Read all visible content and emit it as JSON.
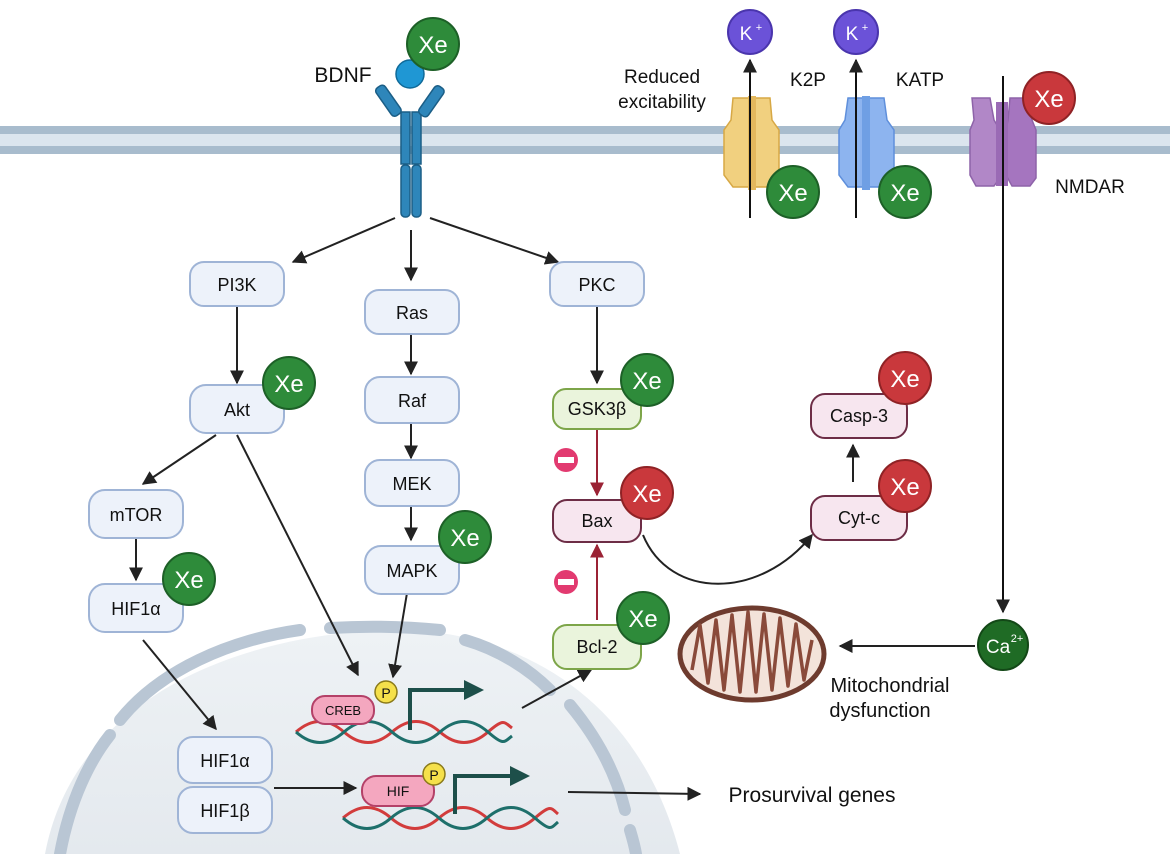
{
  "receptor": {
    "label": "BDNF"
  },
  "xenon": {
    "label": "Xe",
    "green": "#2e8b3a",
    "red": "#c9383c"
  },
  "membrane": {
    "reduced_label_1": "Reduced",
    "reduced_label_2": "excitability",
    "k2p": "K2P",
    "katp": "KATP",
    "nmdar": "NMDAR",
    "k_ion": "K",
    "k_charge": "+"
  },
  "pathway_left": {
    "pi3k": "PI3K",
    "akt": "Akt",
    "mtor": "mTOR",
    "hif1a": "HIF1α"
  },
  "pathway_middle": {
    "ras": "Ras",
    "raf": "Raf",
    "mek": "MEK",
    "mapk": "MAPK"
  },
  "pathway_right": {
    "pkc": "PKC",
    "gsk3b": "GSK3β",
    "bax": "Bax",
    "bcl2": "Bcl-2"
  },
  "apoptosis": {
    "cytc": "Cyt-c",
    "casp3": "Casp-3"
  },
  "calcium": {
    "ion": "Ca",
    "charge": "2+"
  },
  "mito": {
    "label_1": "Mitochondrial",
    "label_2": "dysfunction"
  },
  "nucleus": {
    "creb": "CREB",
    "phospho": "P",
    "hif1a": "HIF1α",
    "hif1b": "HIF1β",
    "hif": "HIF",
    "prosurvival": "Prosurvival genes"
  }
}
